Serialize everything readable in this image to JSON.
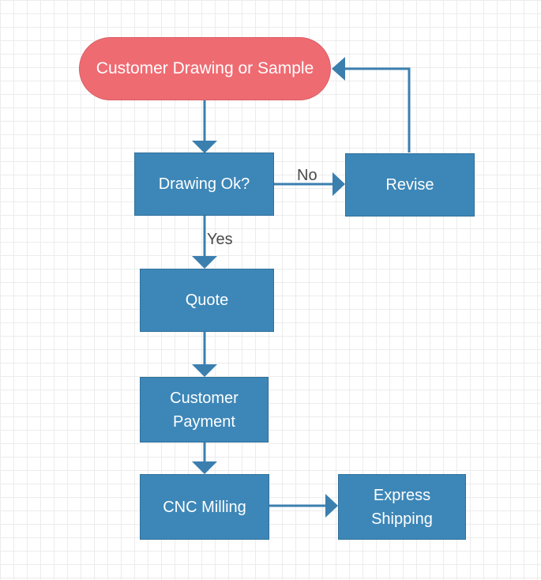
{
  "diagram": {
    "colors": {
      "process": "#3d87b8",
      "terminal": "#ef6b72",
      "connector": "#3b7faf",
      "label_text": "#4a4a4a",
      "grid": "#ececec"
    },
    "nodes": {
      "start": {
        "label": "Customer Drawing or Sample",
        "shape": "terminal"
      },
      "check": {
        "label": "Drawing Ok?",
        "shape": "process"
      },
      "revise": {
        "label": "Revise",
        "shape": "process"
      },
      "quote": {
        "label": "Quote",
        "shape": "process"
      },
      "payment": {
        "label": "Customer\nPayment",
        "shape": "process"
      },
      "milling": {
        "label": "CNC Milling",
        "shape": "process"
      },
      "shipping": {
        "label": "Express\nShipping",
        "shape": "process"
      }
    },
    "edges": [
      {
        "from": "start",
        "to": "check",
        "label": ""
      },
      {
        "from": "check",
        "to": "revise",
        "label": "No"
      },
      {
        "from": "revise",
        "to": "start",
        "label": ""
      },
      {
        "from": "check",
        "to": "quote",
        "label": "Yes"
      },
      {
        "from": "quote",
        "to": "payment",
        "label": ""
      },
      {
        "from": "payment",
        "to": "milling",
        "label": ""
      },
      {
        "from": "milling",
        "to": "shipping",
        "label": ""
      }
    ],
    "edge_labels": {
      "no": "No",
      "yes": "Yes"
    }
  }
}
